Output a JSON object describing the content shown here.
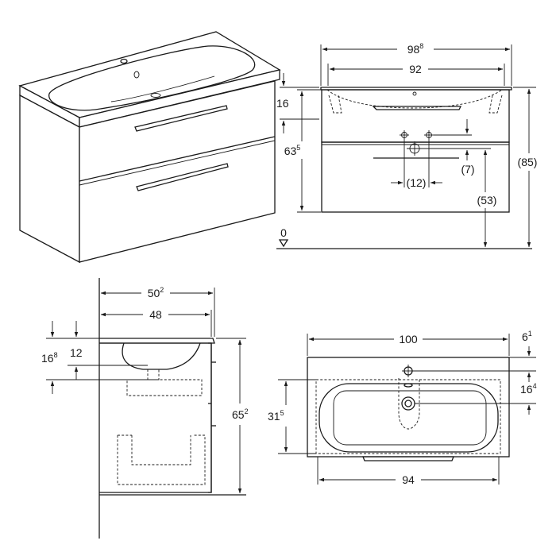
{
  "views": {
    "perspective": {},
    "front": {
      "dims": {
        "total_width": {
          "main": "98",
          "sup": "8"
        },
        "basin_width": {
          "main": "92",
          "sup": ""
        },
        "top_thickness": {
          "main": "16",
          "sup": ""
        },
        "body_height": {
          "main": "63",
          "sup": "5"
        },
        "total_height": {
          "main": "(85)",
          "sup": ""
        },
        "drain_height": {
          "main": "(53)",
          "sup": ""
        },
        "siphon_offset": {
          "main": "(7)",
          "sup": ""
        },
        "siphon_spacing": {
          "main": "(12)",
          "sup": ""
        },
        "floor_level": {
          "main": "0",
          "sup": ""
        }
      }
    },
    "side": {
      "dims": {
        "depth_total": {
          "main": "50",
          "sup": "2"
        },
        "depth_body": {
          "main": "48",
          "sup": ""
        },
        "basin_depth": {
          "main": "16",
          "sup": "8"
        },
        "bowl_depth": {
          "main": "12",
          "sup": ""
        },
        "height": {
          "main": "65",
          "sup": "2"
        }
      }
    },
    "top": {
      "dims": {
        "width": {
          "main": "100",
          "sup": ""
        },
        "tap_offset": {
          "main": "6",
          "sup": "1"
        },
        "drain_offset": {
          "main": "16",
          "sup": "4"
        },
        "bowl_depth": {
          "main": "31",
          "sup": "5"
        },
        "inner_width": {
          "main": "94",
          "sup": ""
        }
      }
    }
  }
}
